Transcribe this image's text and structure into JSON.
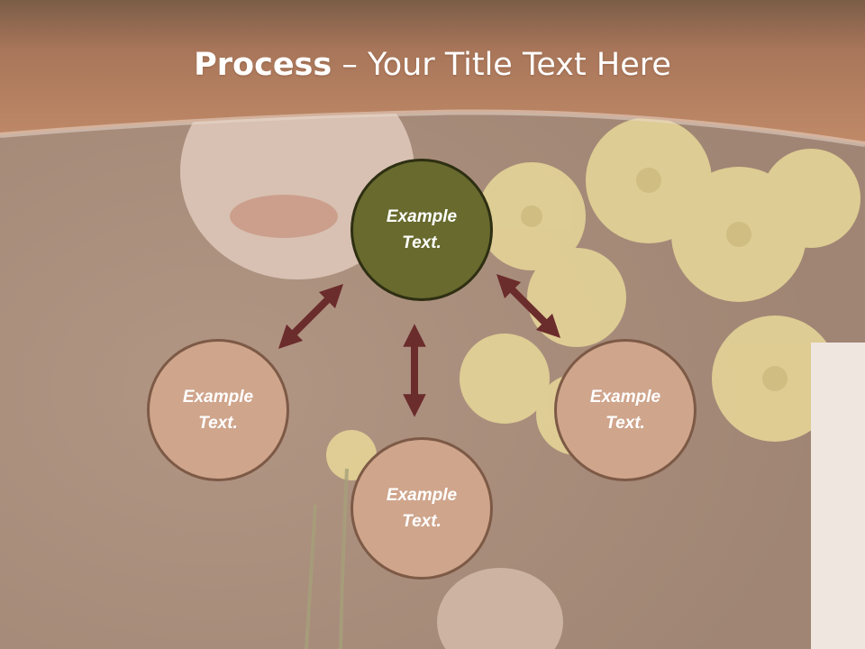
{
  "slide": {
    "title_bold": "Process",
    "title_sep": " – ",
    "title_rest": "Your Title Text Here"
  },
  "diagram": {
    "center": {
      "line1": "Example",
      "line2": "Text."
    },
    "left": {
      "line1": "Example",
      "line2": "Text."
    },
    "bottom": {
      "line1": "Example",
      "line2": "Text."
    },
    "right": {
      "line1": "Example",
      "line2": "Text."
    }
  },
  "colors": {
    "header": "#b5805f",
    "center_fill": "#686a2e",
    "node_fill": "#cfa58c",
    "arrow": "#6b2c2c"
  }
}
